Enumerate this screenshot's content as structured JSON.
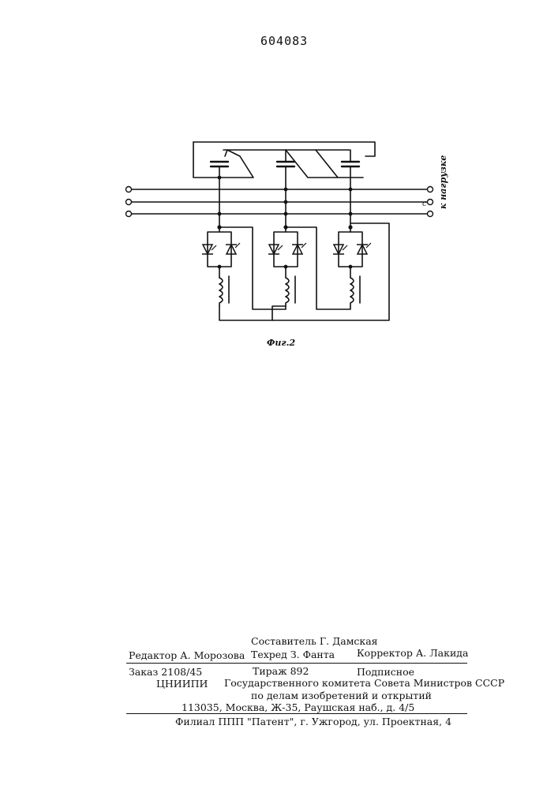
{
  "header": {
    "patent_number": "604083"
  },
  "figure": {
    "caption": "Фиг.2",
    "load_label": "к нагрузке",
    "phase_label": "с"
  },
  "footer": {
    "compiler": "Составитель Г. Дамская",
    "editor": "Редактор А. Морозова",
    "techred": "Техред З. Фанта",
    "corrector": "Корректор А. Лакида",
    "order": "Заказ 2108/45",
    "circulation": "Тираж 892",
    "subscription": "Подписное",
    "org": "ЦНИИПИ",
    "committee": "Государственного комитета Совета Министров СССР",
    "affairs": "по делам изобретений и открытий",
    "address": "113035, Москва, Ж-35, Раушская наб., д. 4/5",
    "branch": "Филиал ППП \"Патент\", г. Ужгород, ул. Проектная, 4"
  }
}
